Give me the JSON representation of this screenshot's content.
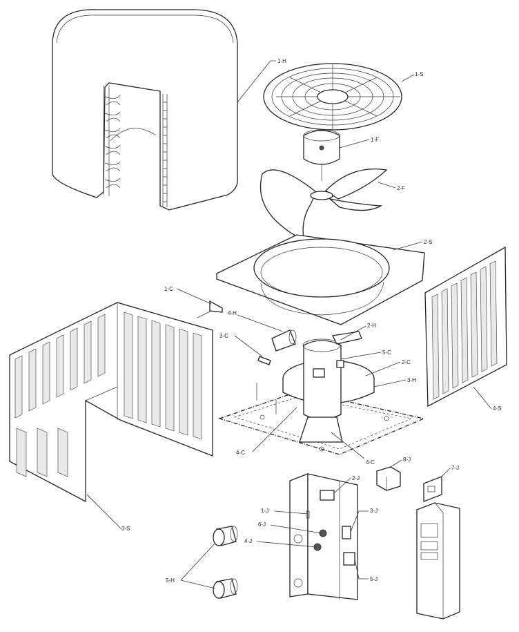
{
  "colors": {
    "stroke": "#222222",
    "background": "#ffffff",
    "shade": "#e6e6e6"
  },
  "labels": {
    "1H": "1-H",
    "1S": "1-S",
    "1F": "1-F",
    "2F": "2-F",
    "2S": "2-S",
    "1C": "1-C",
    "4H": "4-H",
    "2H": "2-H",
    "3C": "3-C",
    "5C": "5-C",
    "2C": "2-C",
    "3H": "3-H",
    "4S": "4-S",
    "4C_left": "4-C",
    "4C_right": "4-C",
    "8J": "8-J",
    "7J": "7-J",
    "2J": "2-J",
    "1J": "1-J",
    "3J": "3-J",
    "6J": "6-J",
    "4J": "4-J",
    "5J": "5-J",
    "5H": "5-H",
    "3S": "3-S"
  }
}
